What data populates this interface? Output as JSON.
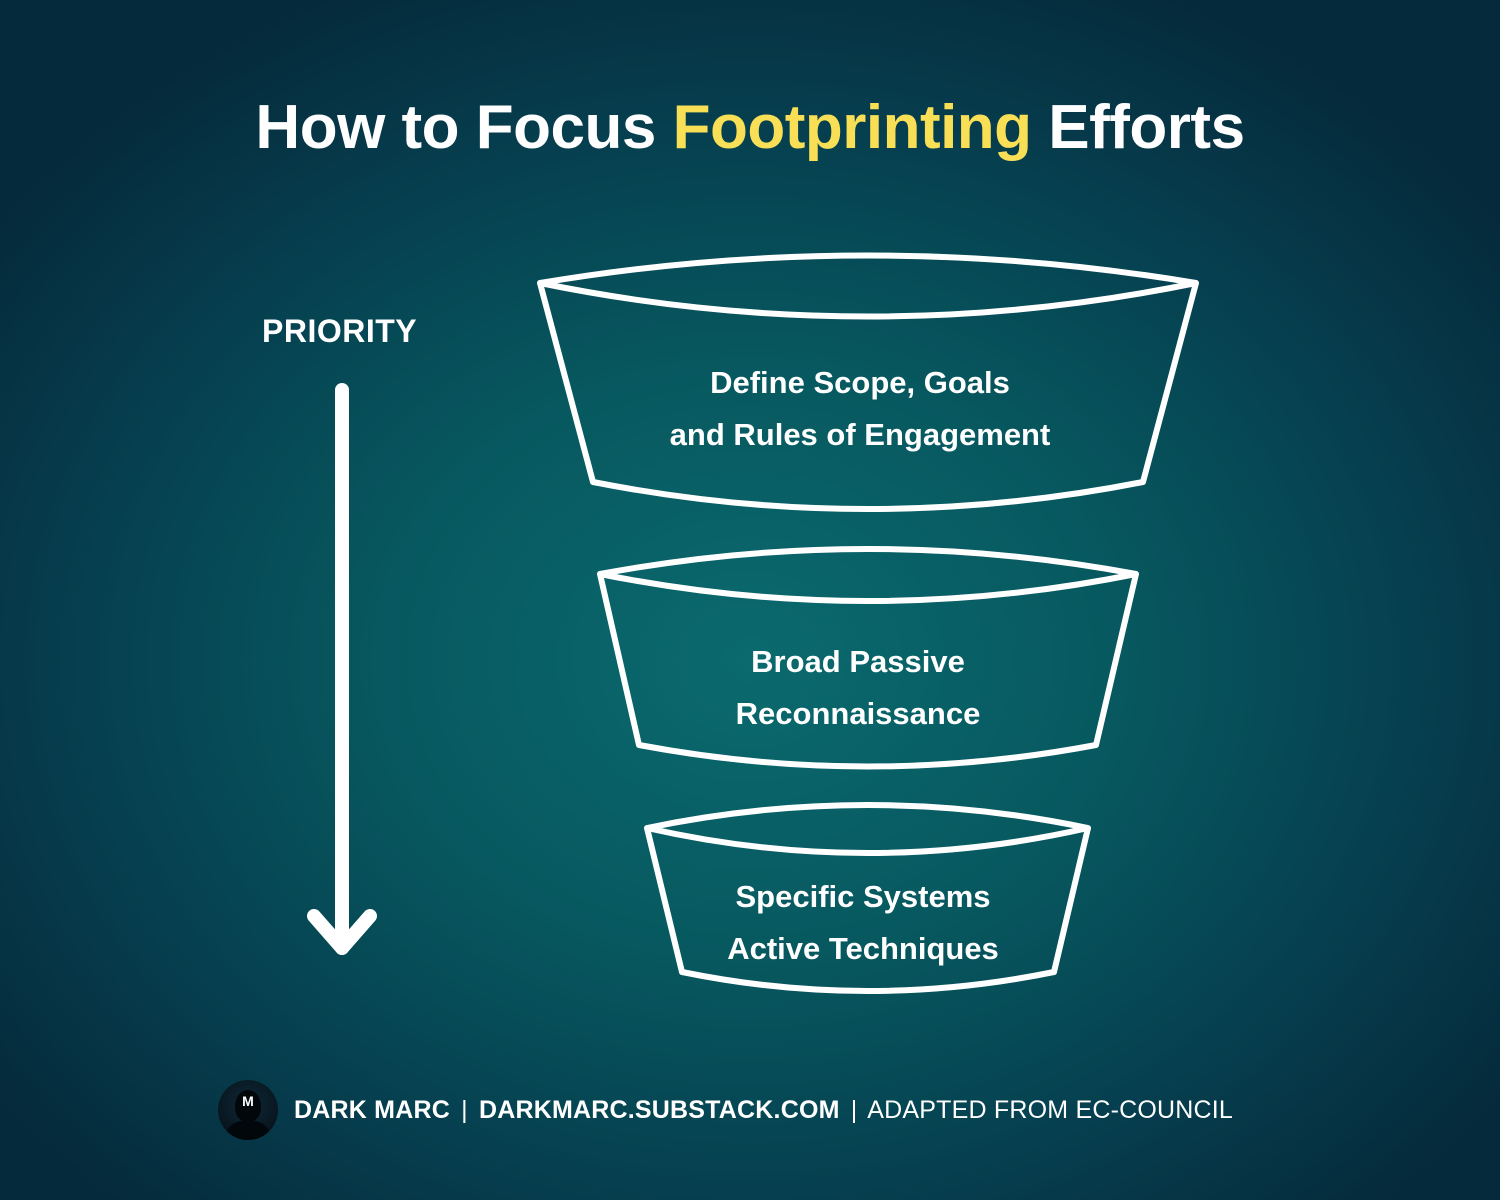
{
  "title": {
    "prefix": "How to Focus ",
    "highlight": "Footprinting",
    "suffix": " Efforts",
    "highlight_color": "#f8df56"
  },
  "priority": {
    "label": "PRIORITY",
    "arrow_icon": "arrow-down-icon"
  },
  "stages": [
    {
      "line1": "Define Scope, Goals",
      "line2": "and Rules of Engagement"
    },
    {
      "line1": "Broad Passive",
      "line2": "Reconnaissance"
    },
    {
      "line1": "Specific Systems",
      "line2": "Active Techniques"
    }
  ],
  "footer": {
    "avatar_letter": "M",
    "author": "DARK MARC",
    "separator": "|",
    "site": "DARKMARC.SUBSTACK.COM",
    "credit": "ADAPTED FROM EC-COUNCIL"
  },
  "colors": {
    "background_center": "#0a6a6e",
    "background_edge": "#052a3b",
    "stroke": "#ffffff",
    "accent": "#f8df56"
  }
}
